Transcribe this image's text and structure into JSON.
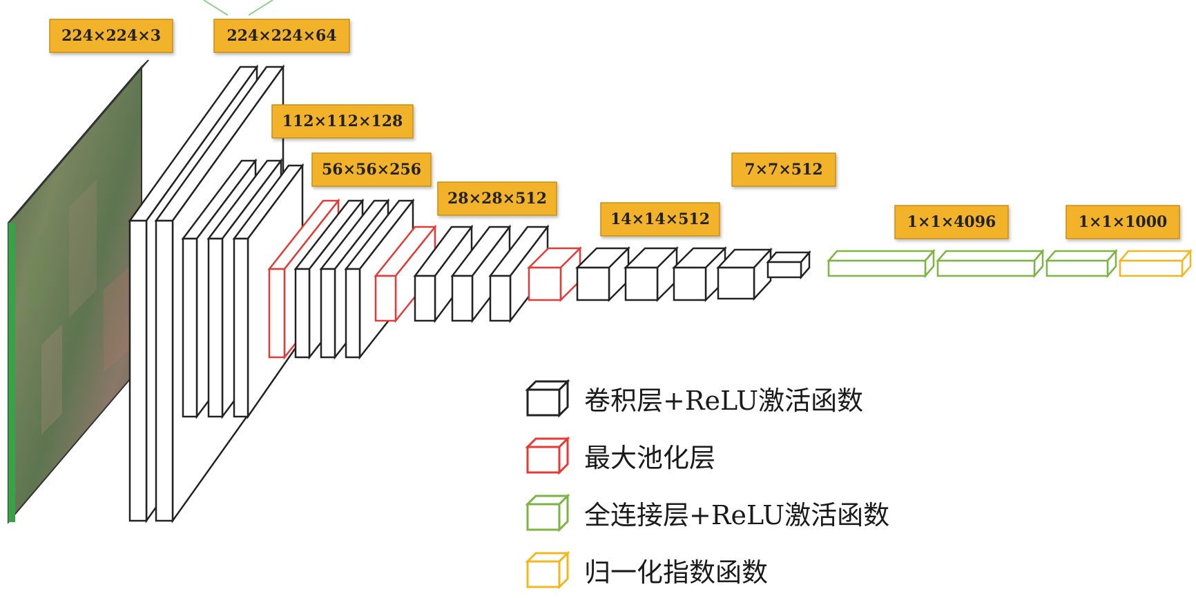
{
  "diagram": {
    "stage_labels": [
      {
        "id": "input",
        "text": "224×224×3"
      },
      {
        "id": "conv1",
        "text": "224×224×64"
      },
      {
        "id": "conv2",
        "text": "112×112×128"
      },
      {
        "id": "conv3",
        "text": "56×56×256"
      },
      {
        "id": "conv4",
        "text": "28×28×512"
      },
      {
        "id": "conv5",
        "text": "14×14×512"
      },
      {
        "id": "pool5",
        "text": "7×7×512"
      },
      {
        "id": "fc",
        "text": "1×1×4096"
      },
      {
        "id": "softmax",
        "text": "1×1×1000"
      }
    ],
    "legend": [
      {
        "type": "conv",
        "label": "卷积层+ReLU激活函数",
        "color": "#222222",
        "icon": "black-cube-icon"
      },
      {
        "type": "pool",
        "label": "最大池化层",
        "color": "#e53935",
        "icon": "red-cube-icon"
      },
      {
        "type": "fc",
        "label": "全连接层+ReLU激活函数",
        "color": "#7cb342",
        "icon": "green-cube-icon"
      },
      {
        "type": "softmax",
        "label": "归一化指数函数",
        "color": "#f2b71e",
        "icon": "yellow-cube-icon"
      }
    ],
    "tag_style": {
      "fill": "#f2b32c",
      "stroke": "#c98d12",
      "text_color": "#222222"
    },
    "input_edge_color": "#3aa14a"
  }
}
